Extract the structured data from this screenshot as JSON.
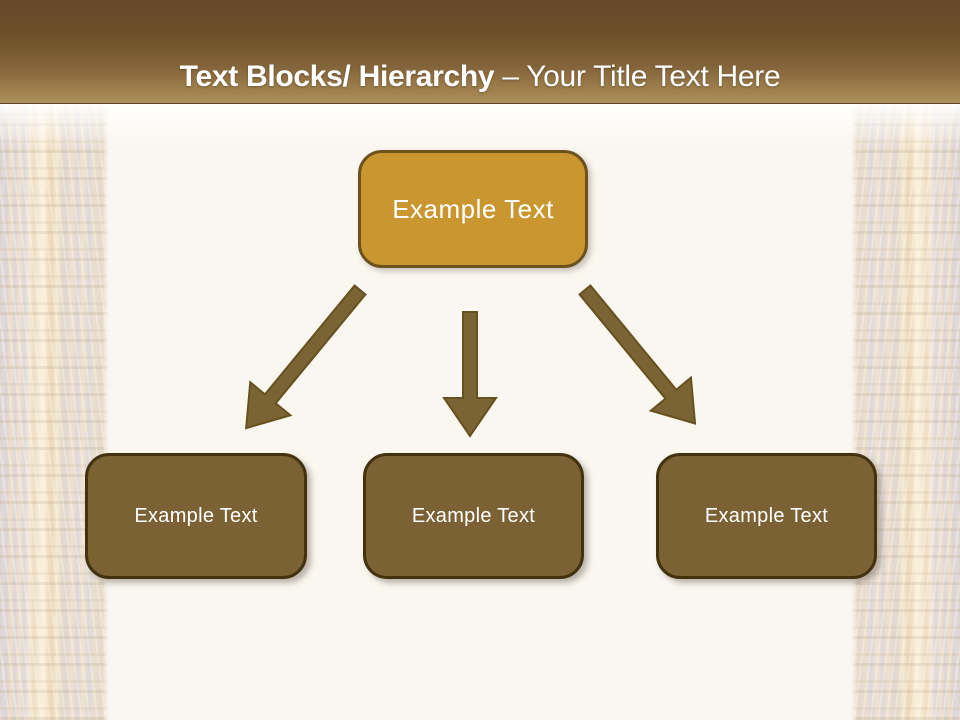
{
  "title": {
    "bold_text": "Text Blocks/ Hierarchy",
    "regular_text": "– Your Title Text Here"
  },
  "diagram": {
    "root": {
      "label": "Example Text"
    },
    "children": [
      {
        "label": "Example Text"
      },
      {
        "label": "Example Text"
      },
      {
        "label": "Example Text"
      }
    ],
    "connectors": [
      {
        "icon": "arrow-down-left"
      },
      {
        "icon": "arrow-down"
      },
      {
        "icon": "arrow-down-right"
      }
    ]
  },
  "colors": {
    "header_gradient_top": "#66492A",
    "header_gradient_bottom": "#AD9060",
    "title_text": "#FFFFFF",
    "canvas_background": "#FAF7F0",
    "frame_border_tint": "#EFE2CD",
    "root_node_fill": "#C9962F",
    "root_node_border": "#6B521E",
    "child_node_fill": "#7C6134",
    "child_node_border": "#42320F",
    "arrow_fill": "#7A6335",
    "arrow_outline": "#66511F",
    "node_text": "#FFFFFF"
  }
}
